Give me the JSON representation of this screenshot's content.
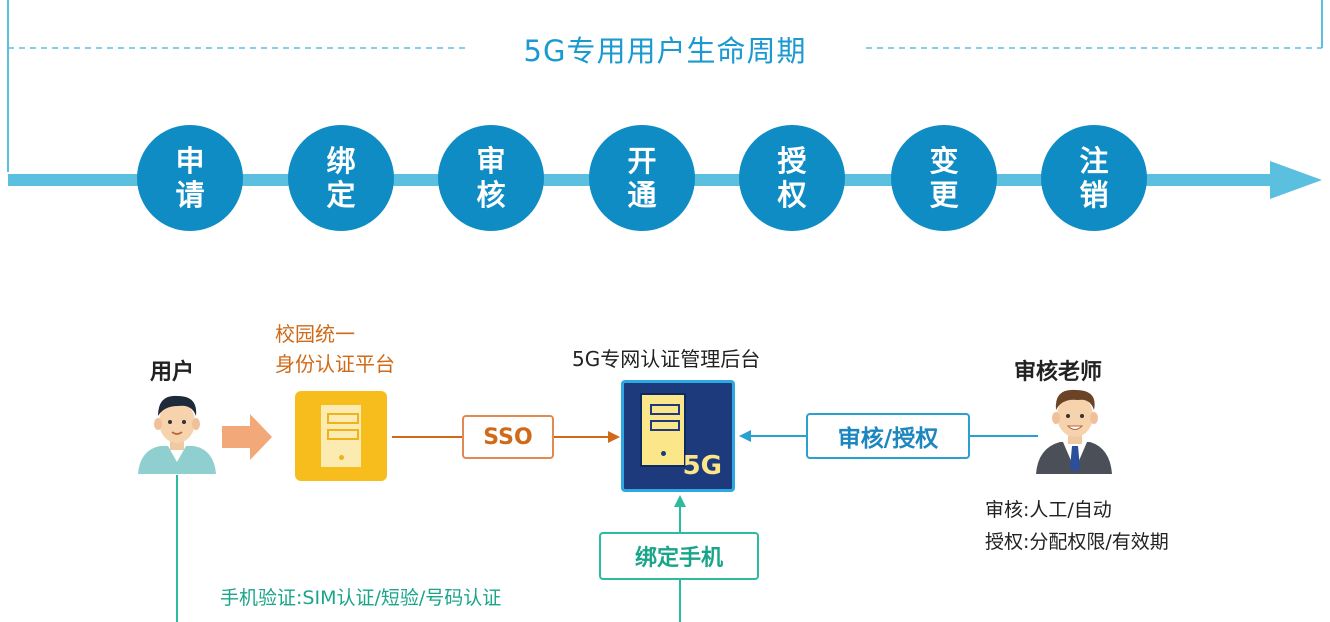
{
  "lifecycle": {
    "title": "5G专用用户生命周期",
    "stages": [
      {
        "line1": "申",
        "line2": "请"
      },
      {
        "line1": "绑",
        "line2": "定"
      },
      {
        "line1": "审",
        "line2": "核"
      },
      {
        "line1": "开",
        "line2": "通"
      },
      {
        "line1": "授",
        "line2": "权"
      },
      {
        "line1": "变",
        "line2": "更"
      },
      {
        "line1": "注",
        "line2": "销"
      }
    ]
  },
  "flow": {
    "user_label": "用户",
    "campus_platform_line1": "校园统一",
    "campus_platform_line2": "身份认证平台",
    "mgmt_label": "5G专网认证管理后台",
    "server_tag": "5G",
    "sso_label": "SSO",
    "auditor_label": "审核老师",
    "audit_box_label": "审核/授权",
    "bind_box_label": "绑定手机",
    "auditor_info_line1": "审核:人工/自动",
    "auditor_info_line2": "授权:分配权限/有效期",
    "verify_label": "手机验证:SIM认证/短验/号码认证"
  },
  "colors": {
    "stage_blue": "#0f8cc4",
    "arrow_blue": "#5bbfe0",
    "orange": "#d06a18",
    "teal": "#1aa58a",
    "server_navy": "#1d3a7c",
    "server_yellow": "#f7bd1c"
  }
}
